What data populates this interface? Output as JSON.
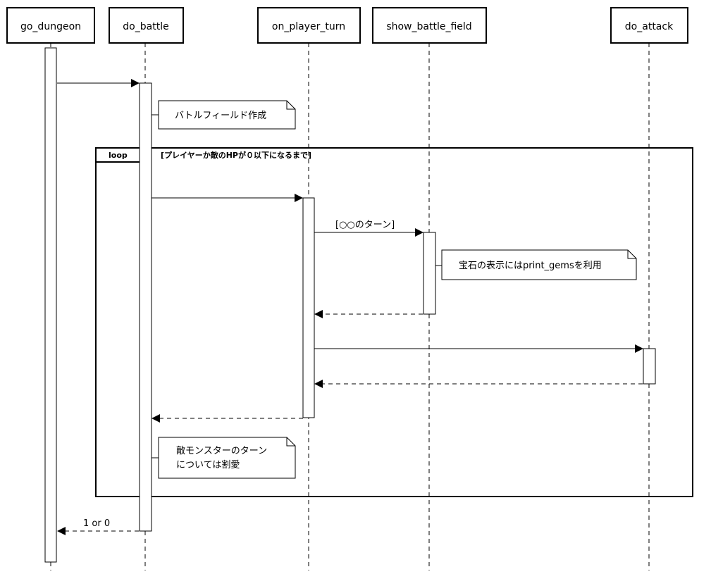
{
  "participants": [
    {
      "id": "go_dungeon",
      "label": "go_dungeon"
    },
    {
      "id": "do_battle",
      "label": "do_battle"
    },
    {
      "id": "on_player_turn",
      "label": "on_player_turn"
    },
    {
      "id": "show_battle_field",
      "label": "show_battle_field"
    },
    {
      "id": "do_attack",
      "label": "do_attack"
    }
  ],
  "messages": [
    {
      "from": "go_dungeon",
      "to": "do_battle",
      "type": "sync",
      "label": ""
    },
    {
      "from": "do_battle",
      "to": "on_player_turn",
      "type": "sync",
      "label": ""
    },
    {
      "from": "on_player_turn",
      "to": "show_battle_field",
      "type": "sync",
      "label": "[○○のターン]"
    },
    {
      "from": "show_battle_field",
      "to": "on_player_turn",
      "type": "return",
      "label": ""
    },
    {
      "from": "on_player_turn",
      "to": "do_attack",
      "type": "sync",
      "label": ""
    },
    {
      "from": "do_attack",
      "to": "on_player_turn",
      "type": "return",
      "label": ""
    },
    {
      "from": "on_player_turn",
      "to": "do_battle",
      "type": "return",
      "label": ""
    },
    {
      "from": "do_battle",
      "to": "go_dungeon",
      "type": "return",
      "label": "1 or 0"
    }
  ],
  "notes": [
    {
      "attached_to": "do_battle",
      "lines": [
        "バトルフィールド作成"
      ]
    },
    {
      "attached_to": "show_battle_field",
      "lines": [
        "宝石の表示にはprint_gemsを利用"
      ]
    },
    {
      "attached_to": "do_battle",
      "lines": [
        "敵モンスターのターン",
        "については割愛"
      ]
    }
  ],
  "loop": {
    "label": "loop",
    "guard": "[プレイヤーか敵のHPが０以下になるまで]"
  }
}
